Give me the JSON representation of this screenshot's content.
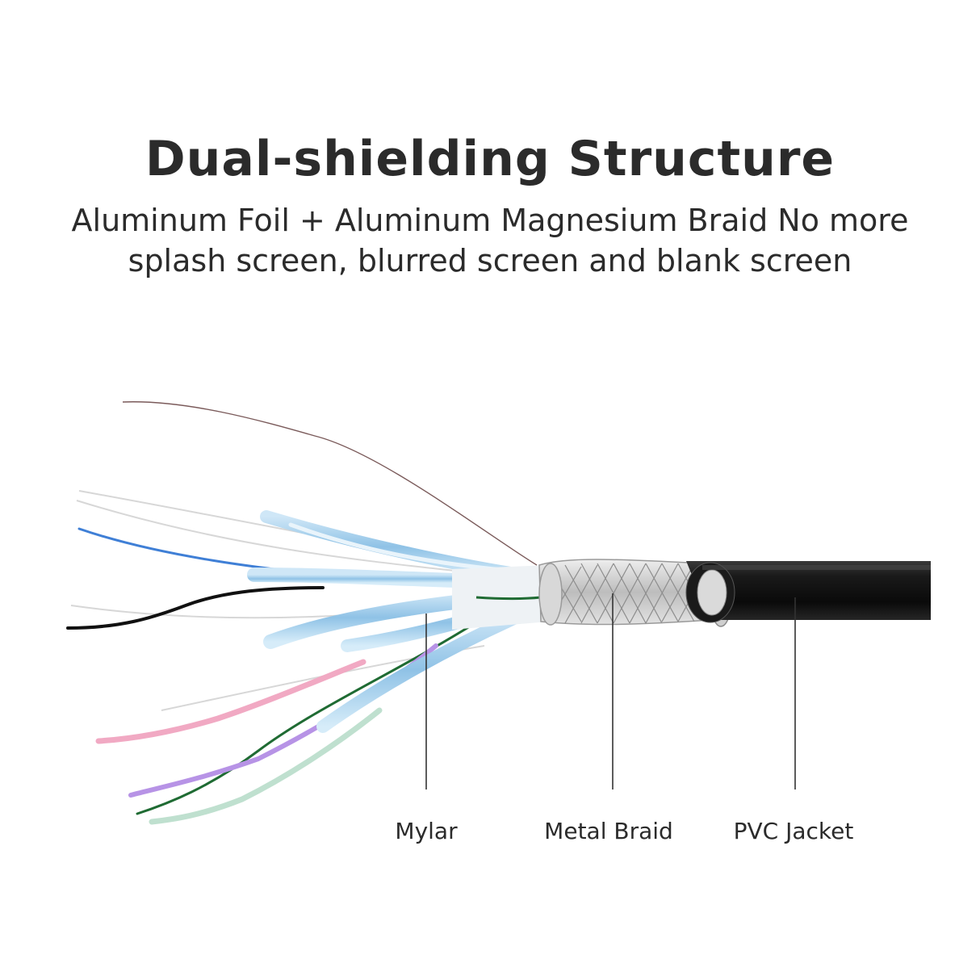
{
  "title": "Dual-shielding Structure",
  "subtitle_line1": "Aluminum Foil + Aluminum Magnesium Braid No more",
  "subtitle_line2": "splash screen, blurred screen and blank screen",
  "labels": {
    "mylar": "Mylar",
    "metal_braid": "Metal Braid",
    "pvc_jacket": "PVC Jacket"
  },
  "colors": {
    "text": "#2b2b2b",
    "jacket": "#141414",
    "foil": "#a9d3ee",
    "braid": "#c9c9c9",
    "wire_blue": "#3f7fd6",
    "wire_black": "#111111",
    "wire_pink": "#f1a9c3",
    "wire_green": "#1f6b33",
    "wire_purple": "#b793e6",
    "wire_mint": "#bfe0cf"
  }
}
